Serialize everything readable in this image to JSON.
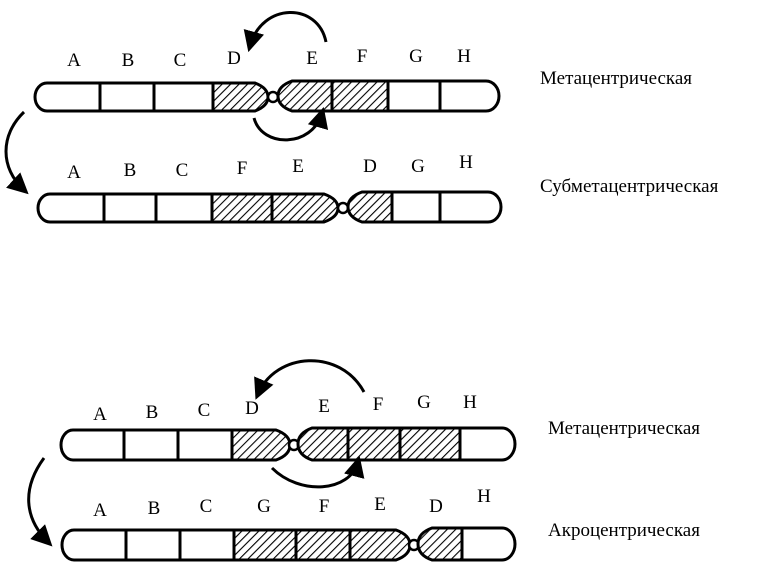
{
  "figure": {
    "colors": {
      "ink": "#000000",
      "fill": "#ffffff"
    },
    "panels": [
      {
        "original": {
          "letters": [
            "A",
            "B",
            "C",
            "D",
            "E",
            "F",
            "G",
            "H"
          ],
          "caption": "Метацентрическая"
        },
        "result": {
          "letters": [
            "A",
            "B",
            "C",
            "F",
            "E",
            "D",
            "G",
            "H"
          ],
          "caption": "Субметацентрическая"
        }
      },
      {
        "original": {
          "letters": [
            "A",
            "B",
            "C",
            "D",
            "E",
            "F",
            "G",
            "H"
          ],
          "caption": "Метацентрическая"
        },
        "result": {
          "letters": [
            "A",
            "B",
            "C",
            "G",
            "F",
            "E",
            "D",
            "H"
          ],
          "caption": "Акроцентрическая"
        }
      }
    ]
  }
}
